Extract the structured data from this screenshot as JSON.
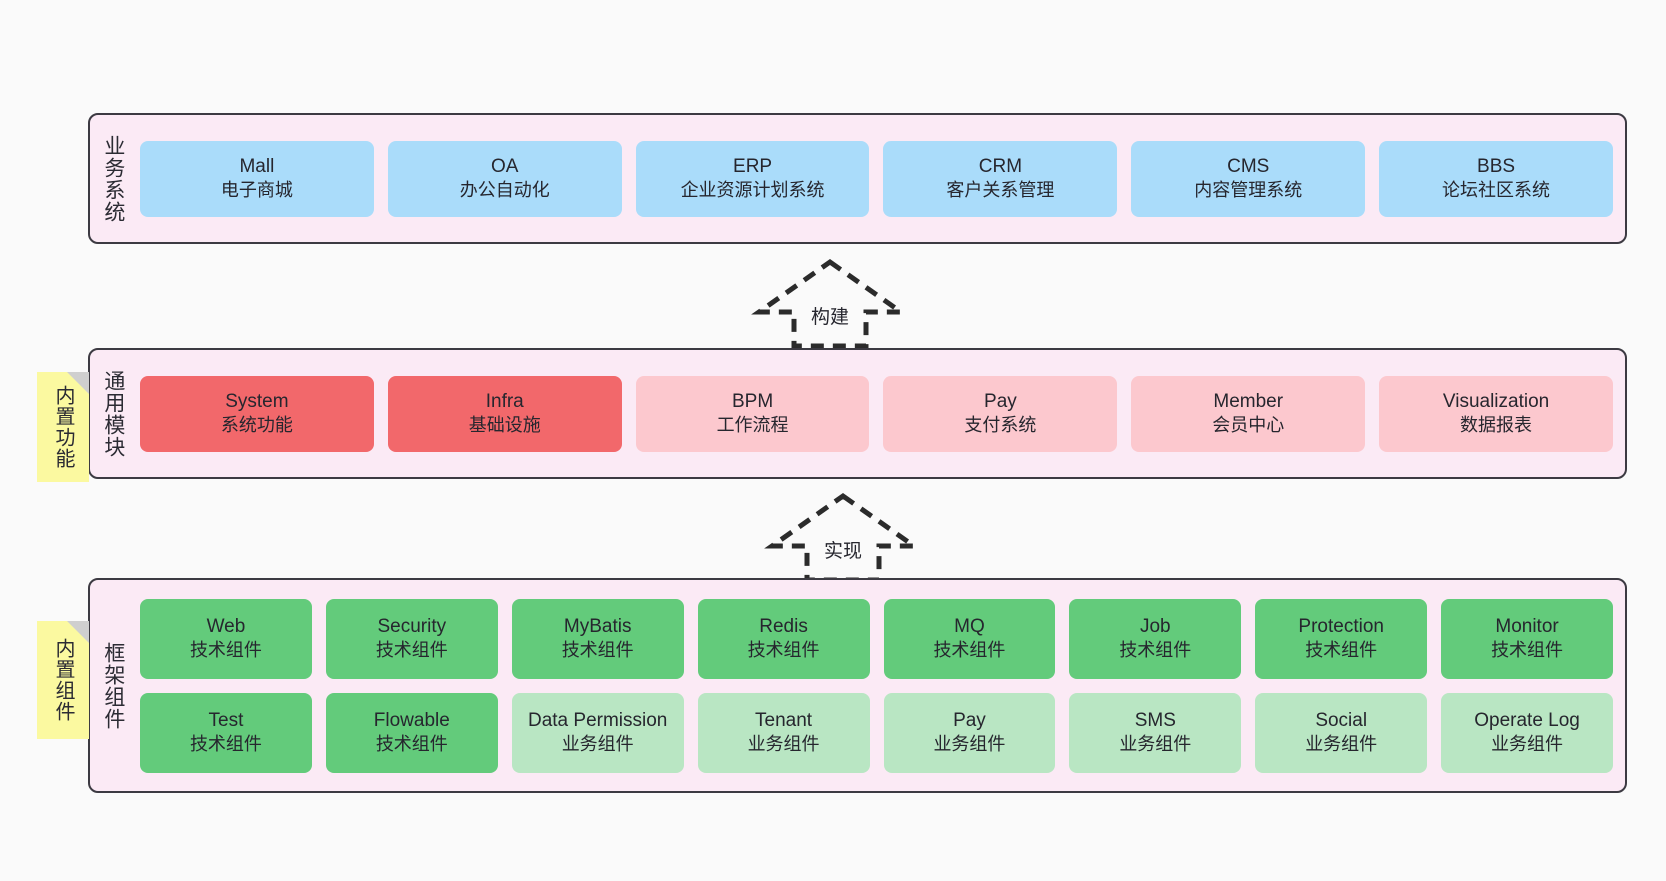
{
  "colors": {
    "panel_bg": "#fbeaf5",
    "panel_border": "#3c3a42",
    "business": "#aadcfa",
    "module_core": "#f2686b",
    "module_plain": "#fcc8ce",
    "tech_component": "#63cb7b",
    "biz_component": "#b9e6c3",
    "sticky": "#fbf9a0",
    "page_bg": "#fafafa"
  },
  "layers": {
    "business": {
      "title": "业务系统",
      "cards": [
        {
          "en": "Mall",
          "cn": "电子商城"
        },
        {
          "en": "OA",
          "cn": "办公自动化"
        },
        {
          "en": "ERP",
          "cn": "企业资源计划系统"
        },
        {
          "en": "CRM",
          "cn": "客户关系管理"
        },
        {
          "en": "CMS",
          "cn": "内容管理系统"
        },
        {
          "en": "BBS",
          "cn": "论坛社区系统"
        }
      ]
    },
    "modules": {
      "title": "通用模块",
      "sticky": "内置功能",
      "cards": [
        {
          "en": "System",
          "cn": "系统功能",
          "kind": "core"
        },
        {
          "en": "Infra",
          "cn": "基础设施",
          "kind": "core"
        },
        {
          "en": "BPM",
          "cn": "工作流程",
          "kind": "plain"
        },
        {
          "en": "Pay",
          "cn": "支付系统",
          "kind": "plain"
        },
        {
          "en": "Member",
          "cn": "会员中心",
          "kind": "plain"
        },
        {
          "en": "Visualization",
          "cn": "数据报表",
          "kind": "plain"
        }
      ]
    },
    "framework": {
      "title": "框架组件",
      "sticky": "内置组件",
      "cards": [
        {
          "en": "Web",
          "cn": "技术组件",
          "kind": "tech"
        },
        {
          "en": "Security",
          "cn": "技术组件",
          "kind": "tech"
        },
        {
          "en": "MyBatis",
          "cn": "技术组件",
          "kind": "tech"
        },
        {
          "en": "Redis",
          "cn": "技术组件",
          "kind": "tech"
        },
        {
          "en": "MQ",
          "cn": "技术组件",
          "kind": "tech"
        },
        {
          "en": "Job",
          "cn": "技术组件",
          "kind": "tech"
        },
        {
          "en": "Protection",
          "cn": "技术组件",
          "kind": "tech"
        },
        {
          "en": "Monitor",
          "cn": "技术组件",
          "kind": "tech"
        },
        {
          "en": "Test",
          "cn": "技术组件",
          "kind": "tech"
        },
        {
          "en": "Flowable",
          "cn": "技术组件",
          "kind": "tech"
        },
        {
          "en": "Data Permission",
          "cn": "业务组件",
          "kind": "biz"
        },
        {
          "en": "Tenant",
          "cn": "业务组件",
          "kind": "biz"
        },
        {
          "en": "Pay",
          "cn": "业务组件",
          "kind": "biz"
        },
        {
          "en": "SMS",
          "cn": "业务组件",
          "kind": "biz"
        },
        {
          "en": "Social",
          "cn": "业务组件",
          "kind": "biz"
        },
        {
          "en": "Operate Log",
          "cn": "业务组件",
          "kind": "biz"
        }
      ]
    }
  },
  "arrows": [
    {
      "label": "构建"
    },
    {
      "label": "实现"
    }
  ]
}
